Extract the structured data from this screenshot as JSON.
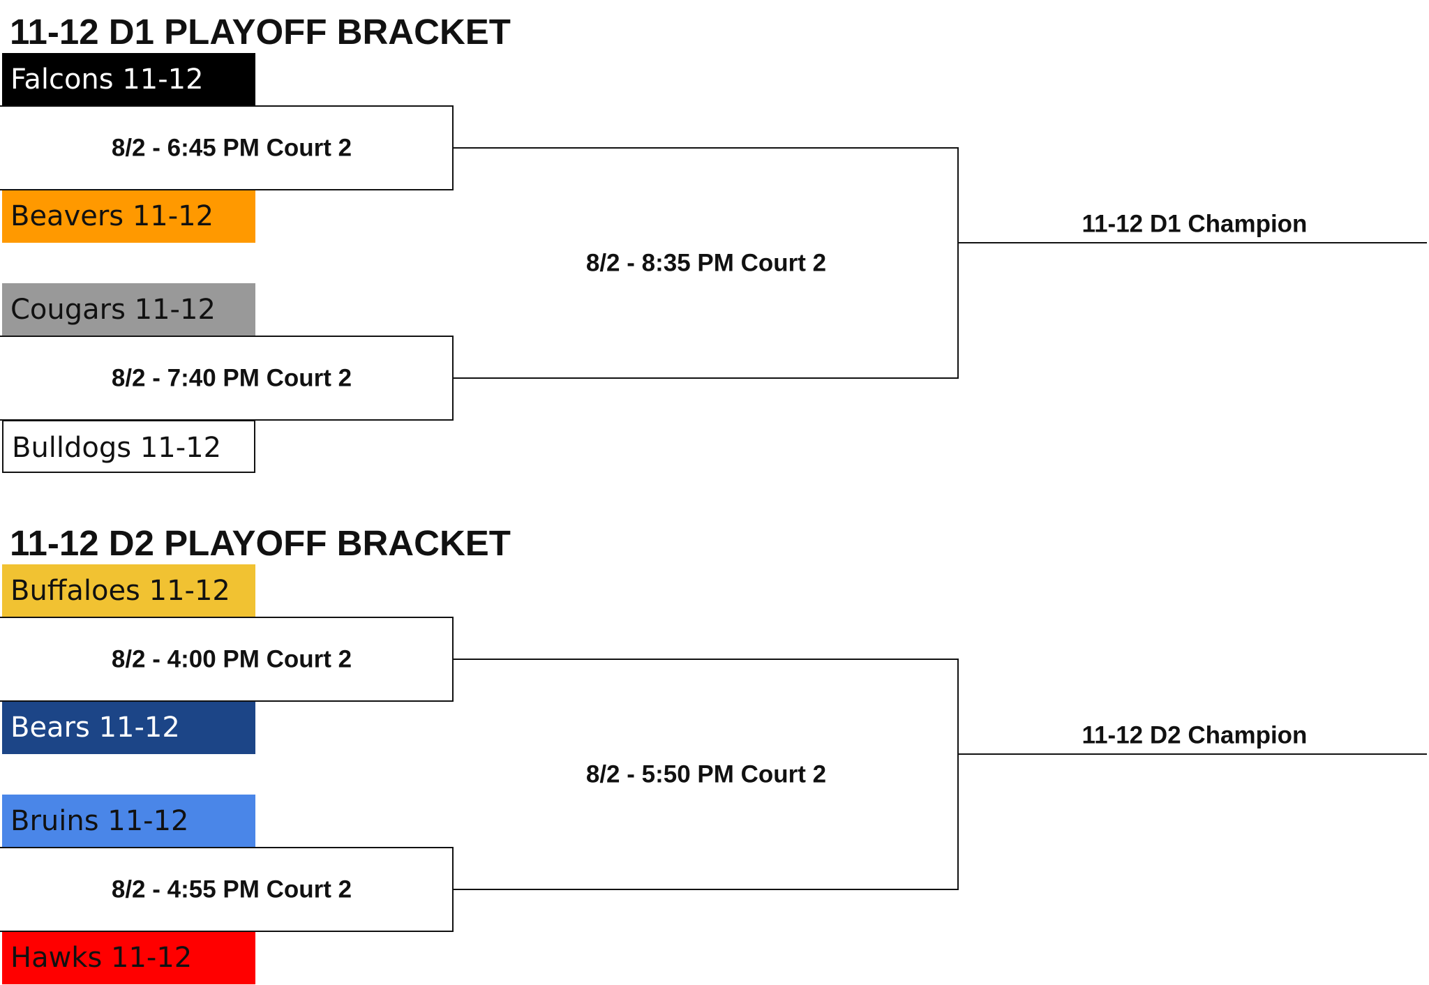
{
  "brackets": [
    {
      "title": "11-12 D1 PLAYOFF BRACKET",
      "teams": [
        {
          "name": "Falcons 11-12",
          "bg": "#000000",
          "fg": "#ffffff"
        },
        {
          "name": "Beavers 11-12",
          "bg": "#ff9900",
          "fg": "#111111"
        },
        {
          "name": "Cougars 11-12",
          "bg": "#999999",
          "fg": "#111111"
        },
        {
          "name": "Bulldogs 11-12",
          "bg": "#ffffff",
          "fg": "#111111",
          "outlined": true
        }
      ],
      "games": {
        "semi1": "8/2 - 6:45 PM Court 2",
        "semi2": "8/2 - 7:40 PM Court 2",
        "final": "8/2 - 8:35 PM Court 2"
      },
      "champion_label": "11-12 D1 Champion"
    },
    {
      "title": "11-12 D2 PLAYOFF BRACKET",
      "teams": [
        {
          "name": "Buffaloes 11-12",
          "bg": "#f1c232",
          "fg": "#111111"
        },
        {
          "name": "Bears 11-12",
          "bg": "#1c4587",
          "fg": "#ffffff"
        },
        {
          "name": "Bruins 11-12",
          "bg": "#4a86e8",
          "fg": "#111111"
        },
        {
          "name": "Hawks 11-12",
          "bg": "#ff0000",
          "fg": "#111111"
        }
      ],
      "games": {
        "semi1": "8/2 - 4:00 PM Court 2",
        "semi2": "8/2 - 4:55 PM Court 2",
        "final": "8/2 - 5:50 PM Court 2"
      },
      "champion_label": "11-12 D2 Champion"
    }
  ]
}
